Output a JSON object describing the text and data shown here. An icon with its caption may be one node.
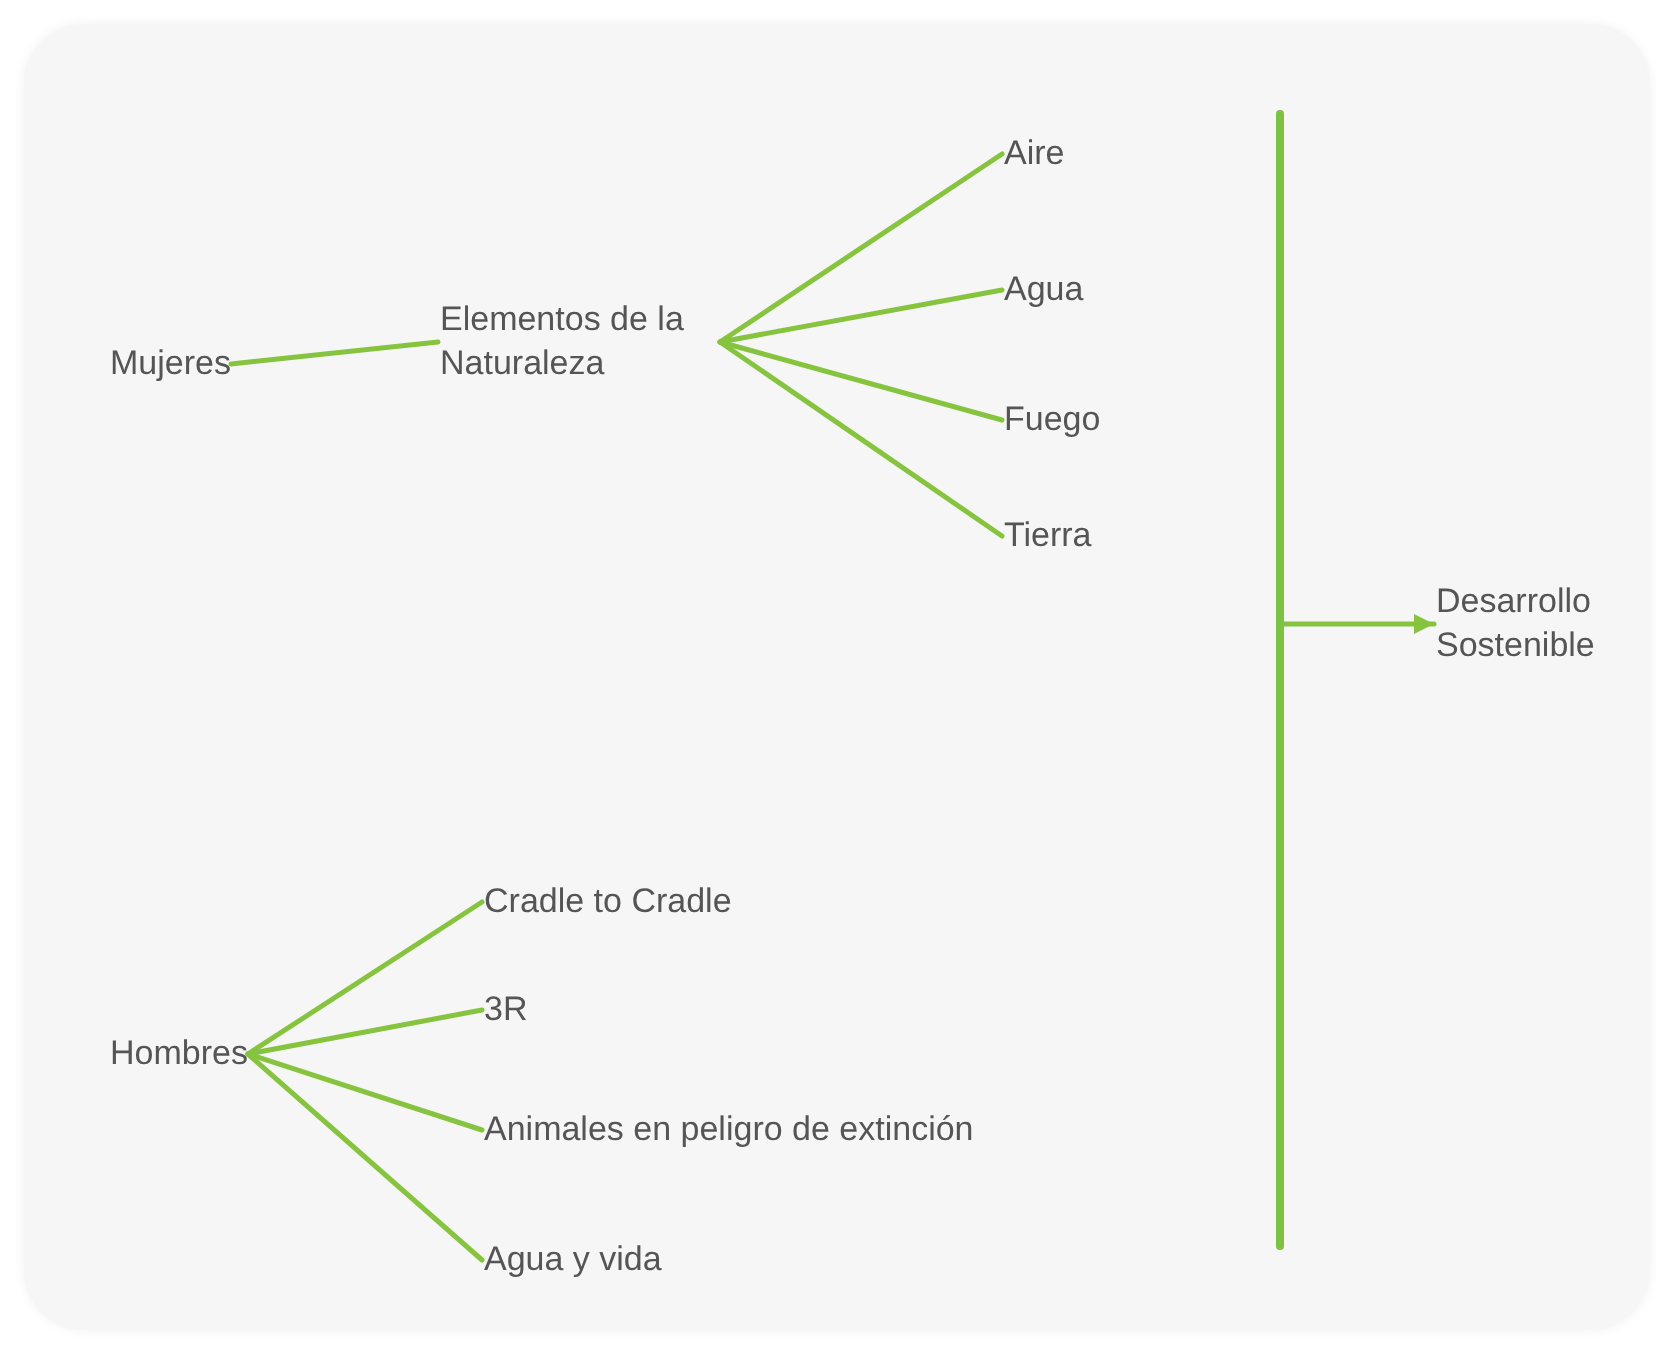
{
  "diagram": {
    "nodes": [
      {
        "text": [
          "Mujeres"
        ]
      },
      {
        "text": [
          "Elementos de la Naturaleza"
        ]
      },
      {
        "text": [
          "Aire"
        ]
      },
      {
        "text": [
          "Agua"
        ]
      },
      {
        "text": [
          "Fuego"
        ]
      },
      {
        "text": [
          "Tierra"
        ]
      },
      {
        "text": [],
        "shape": "bar"
      },
      {
        "text": [
          "Desarrollo Sostenible"
        ]
      },
      {
        "text": [
          "Hombres"
        ]
      },
      {
        "text": [
          "Cradle to Cradle"
        ]
      },
      {
        "text": [
          "3R"
        ]
      },
      {
        "text": [
          "Animales en peligro de extinción"
        ]
      },
      {
        "text": [
          "Agua y vida"
        ]
      }
    ],
    "edges": [
      {
        "from": 0,
        "to": 1,
        "arrow": "none"
      },
      {
        "from": 1,
        "to": 2,
        "arrow": "none"
      },
      {
        "from": 1,
        "to": 3,
        "arrow": "none"
      },
      {
        "from": 1,
        "to": 4,
        "arrow": "none"
      },
      {
        "from": 1,
        "to": 5,
        "arrow": "none"
      },
      {
        "from": 6,
        "to": 7,
        "arrow": "to"
      },
      {
        "from": 8,
        "to": 9,
        "arrow": "none"
      },
      {
        "from": 8,
        "to": 10,
        "arrow": "none"
      },
      {
        "from": 8,
        "to": 11,
        "arrow": "none"
      },
      {
        "from": 8,
        "to": 12,
        "arrow": "none"
      }
    ]
  }
}
